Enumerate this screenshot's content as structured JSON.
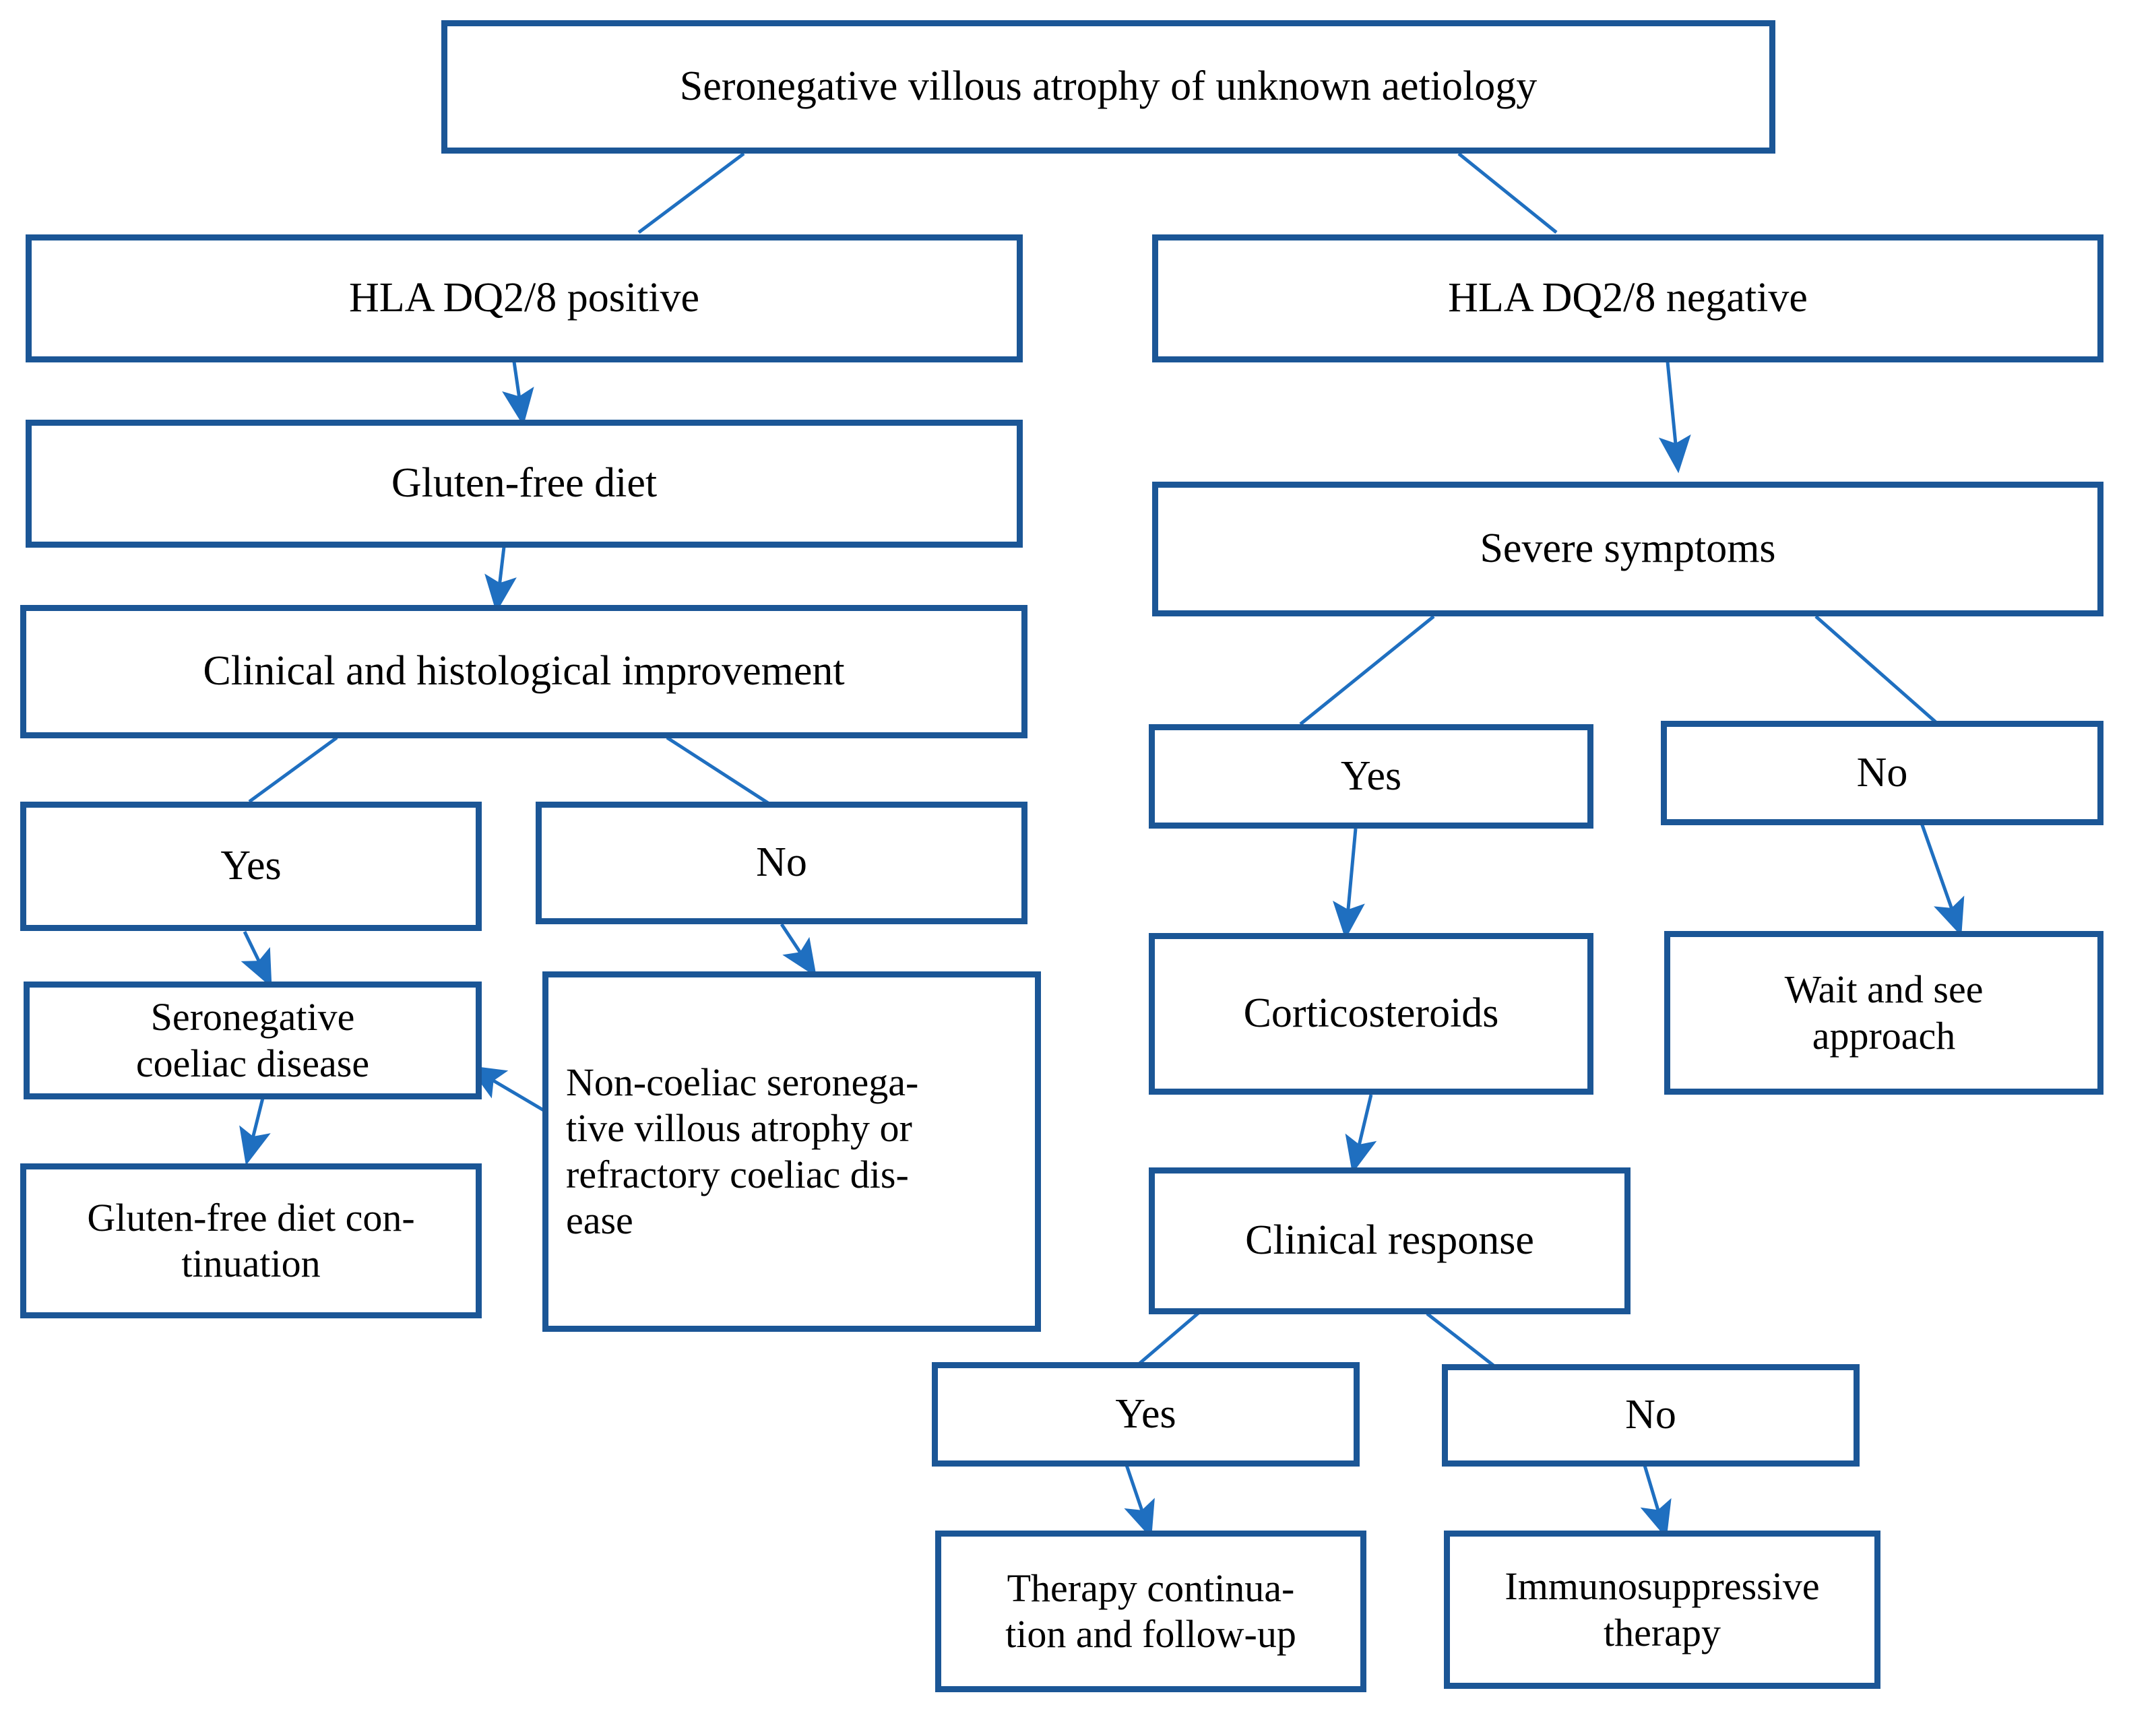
{
  "diagram": {
    "title": "Seronegative villous atrophy of unknown aetiology diagnostic algorithm",
    "colors": {
      "box_border": "#1b5696",
      "box_fill": "#ffffff",
      "connector": "#1f6fc0",
      "text": "#000000",
      "background": "#ffffff"
    },
    "nodes": [
      {
        "id": "root",
        "label": "Seronegative villous atrophy of unknown aetiology"
      },
      {
        "id": "hla_pos",
        "label": "HLA DQ2/8 positive"
      },
      {
        "id": "hla_neg",
        "label": "HLA DQ2/8 negative"
      },
      {
        "id": "gfd",
        "label": "Gluten-free diet"
      },
      {
        "id": "severe",
        "label": "Severe symptoms"
      },
      {
        "id": "improvement",
        "label": "Clinical and histological improvement"
      },
      {
        "id": "imp_yes",
        "label": "Yes"
      },
      {
        "id": "imp_no",
        "label": "No"
      },
      {
        "id": "sev_yes",
        "label": "Yes"
      },
      {
        "id": "sev_no",
        "label": "No"
      },
      {
        "id": "sncd",
        "label": "Seronegative\ncoeliac disease"
      },
      {
        "id": "noncoeliac",
        "label": "Non-coeliac seronega-\ntive villous atrophy or\nrefractory coeliac dis-\nease"
      },
      {
        "id": "cortico",
        "label": "Corticosteroids"
      },
      {
        "id": "wait_see",
        "label": "Wait and see\napproach"
      },
      {
        "id": "gfd_cont",
        "label": "Gluten-free diet con-\ntinuation"
      },
      {
        "id": "clin_response",
        "label": "Clinical response"
      },
      {
        "id": "resp_yes",
        "label": "Yes"
      },
      {
        "id": "resp_no",
        "label": "No"
      },
      {
        "id": "therapy_cont",
        "label": "Therapy continua-\ntion and follow-up"
      },
      {
        "id": "immuno",
        "label": "Immunosuppressive\ntherapy"
      }
    ],
    "edges": [
      {
        "from": "root",
        "to": "hla_pos",
        "arrowhead": false
      },
      {
        "from": "root",
        "to": "hla_neg",
        "arrowhead": false
      },
      {
        "from": "hla_pos",
        "to": "gfd",
        "arrowhead": true
      },
      {
        "from": "gfd",
        "to": "improvement",
        "arrowhead": true
      },
      {
        "from": "hla_neg",
        "to": "severe",
        "arrowhead": true
      },
      {
        "from": "improvement",
        "to": "imp_yes",
        "arrowhead": false
      },
      {
        "from": "improvement",
        "to": "imp_no",
        "arrowhead": false
      },
      {
        "from": "imp_yes",
        "to": "sncd",
        "arrowhead": true
      },
      {
        "from": "imp_no",
        "to": "noncoeliac",
        "arrowhead": true
      },
      {
        "from": "sncd",
        "to": "gfd_cont",
        "arrowhead": true
      },
      {
        "from": "noncoeliac",
        "to": "sncd",
        "arrowhead": true
      },
      {
        "from": "severe",
        "to": "sev_yes",
        "arrowhead": false
      },
      {
        "from": "severe",
        "to": "sev_no",
        "arrowhead": false
      },
      {
        "from": "sev_yes",
        "to": "cortico",
        "arrowhead": true
      },
      {
        "from": "sev_no",
        "to": "wait_see",
        "arrowhead": true
      },
      {
        "from": "cortico",
        "to": "clin_response",
        "arrowhead": true
      },
      {
        "from": "clin_response",
        "to": "resp_yes",
        "arrowhead": false
      },
      {
        "from": "clin_response",
        "to": "resp_no",
        "arrowhead": false
      },
      {
        "from": "resp_yes",
        "to": "therapy_cont",
        "arrowhead": true
      },
      {
        "from": "resp_no",
        "to": "immuno",
        "arrowhead": true
      }
    ]
  }
}
